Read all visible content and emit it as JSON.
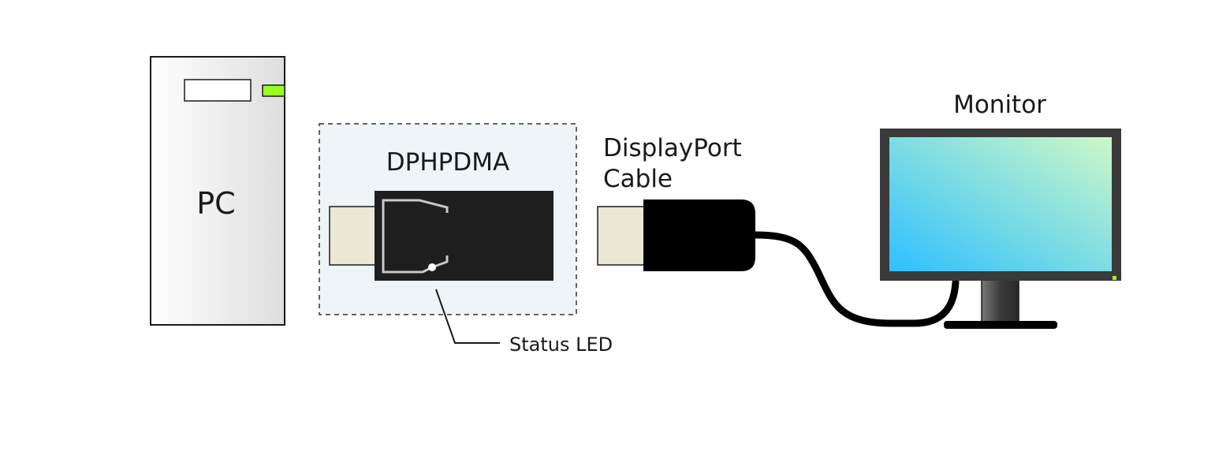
{
  "labels": {
    "pc": "PC",
    "adapter": "DPHPDMA",
    "cable_line1": "DisplayPort",
    "cable_line2": "Cable",
    "monitor": "Monitor",
    "status_led": "Status LED"
  },
  "colors": {
    "outline": "#1a1a1a",
    "pc_gradient_start": "#ffffff",
    "pc_gradient_end": "#dedede",
    "power_led": "#99ff22",
    "adapter_body": "#1e1e1e",
    "adapter_zone_bg": "#eef4f7",
    "connector_plug": "#ece8d6",
    "cable": "#000000",
    "monitor_bezel": "#3a3a3a",
    "screen_gradient_start": "#2ec0ff",
    "screen_gradient_end": "#cdf8c8",
    "monitor_led": "#99ff22",
    "led_trace": "#c8c8c8"
  },
  "icons": {
    "pc": "pc-tower-icon",
    "adapter": "adapter-device-icon",
    "cable": "displayport-cable-icon",
    "monitor": "monitor-icon"
  }
}
